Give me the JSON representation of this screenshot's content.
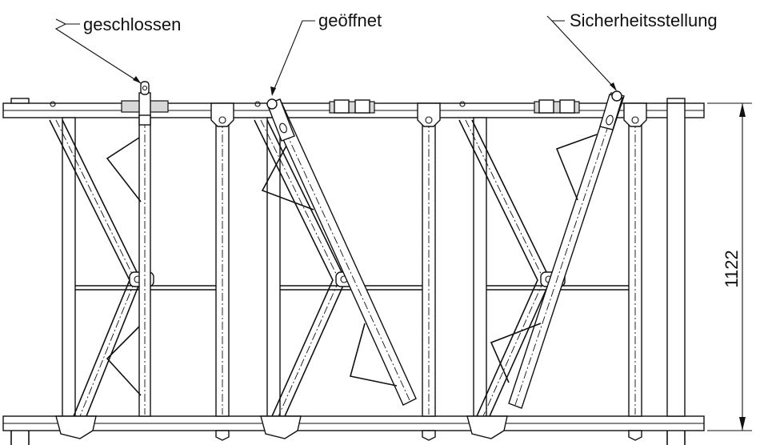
{
  "labels": {
    "closed": "geschlossen",
    "open": "geöffnet",
    "safety": "Sicherheitsstellung"
  },
  "dimension": {
    "height": "1122"
  }
}
